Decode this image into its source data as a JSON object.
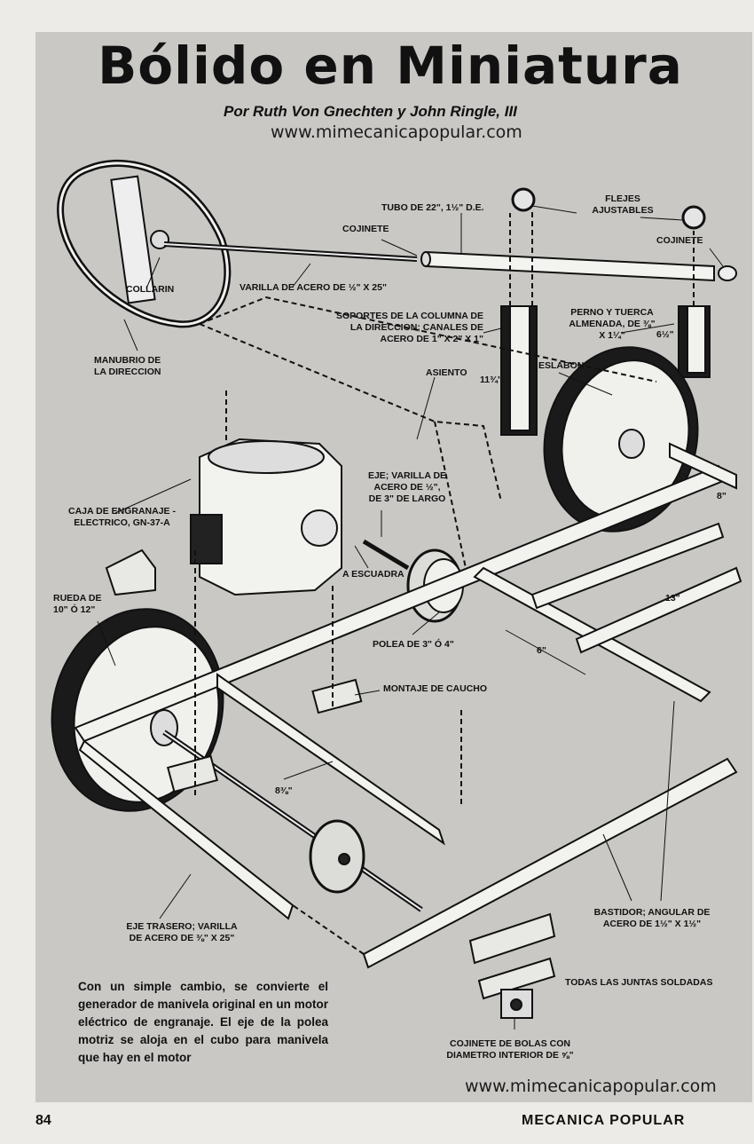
{
  "article": {
    "title": "Bólido en Miniatura",
    "byline": "Por Ruth Von Gnechten y John Ringle, III",
    "watermark_top": "www.mimecanicapopular.com",
    "watermark_bottom": "www.mimecanicapopular.com",
    "caption": "Con un simple cambio, se convierte el generador de manivela original en un motor eléctrico de engranaje. El eje de la polea motriz se aloja en el cubo para manivela que hay en el motor",
    "page_number": "84",
    "magazine": "MECANICA POPULAR"
  },
  "labels": {
    "tubo": "TUBO DE 22\", 1½\" D.E.",
    "flejes": "FLEJES AJUSTABLES",
    "cojinete_left": "COJINETE",
    "cojinete_right": "COJINETE",
    "collarin": "COLLARIN",
    "varilla": "VARILLA DE ACERO DE ½\" x 25\"",
    "soportes": "SOPORTES DE LA COLUMNA DE LA DIRECCION; CANALES DE ACERO DE 1\" x 2\" x 1\"",
    "perno": "PERNO Y TUERCA ALMENADA, DE ⅜\" x 1¼\"",
    "dim_6_5": "6½\"",
    "manubrio": "MANUBRIO DE LA DIRECCION",
    "asiento": "ASIENTO",
    "eslabon": "ESLABON",
    "dim_11_75": "11¾\"",
    "eje_varilla": "EJE; VARILLA DE ACERO DE ½\", DE 3\" DE LARGO",
    "caja": "CAJA DE ENGRANAJE -ELECTRICO, GN-37-A",
    "escuadra": "A ESCUADRA",
    "dim_8": "8\"",
    "rueda": "RUEDA DE 10\" ó 12\"",
    "dim_13": "13\"",
    "polea": "POLEA DE 3\" ó 4\"",
    "dim_6": "6\"",
    "montaje": "MONTAJE DE CAUCHO",
    "dim_8_375": "8⅜\"",
    "eje_trasero": "EJE TRASERO; VARILLA DE ACERO DE ⅜\" x 25\"",
    "bastidor": "BASTIDOR; ANGULAR DE ACERO DE 1½\" x 1½\"",
    "juntas": "TODAS LAS JUNTAS SOLDADAS",
    "cojinete_bolas": "COJINETE DE BOLAS CON DIAMETRO INTERIOR DE ⅝\""
  }
}
